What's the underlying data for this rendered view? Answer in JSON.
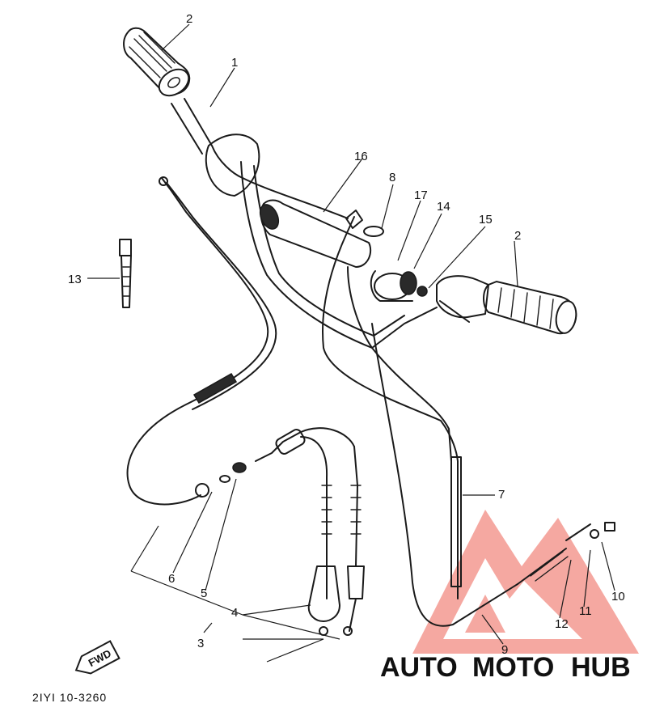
{
  "diagram": {
    "callouts": [
      {
        "id": "c1",
        "text": "1"
      },
      {
        "id": "c2a",
        "text": "2"
      },
      {
        "id": "c2b",
        "text": "2"
      },
      {
        "id": "c3",
        "text": "3"
      },
      {
        "id": "c4",
        "text": "4"
      },
      {
        "id": "c5",
        "text": "5"
      },
      {
        "id": "c6",
        "text": "6"
      },
      {
        "id": "c7",
        "text": "7"
      },
      {
        "id": "c8",
        "text": "8"
      },
      {
        "id": "c9",
        "text": "9"
      },
      {
        "id": "c10",
        "text": "10"
      },
      {
        "id": "c11",
        "text": "11"
      },
      {
        "id": "c12",
        "text": "12"
      },
      {
        "id": "c13",
        "text": "13"
      },
      {
        "id": "c14",
        "text": "14"
      },
      {
        "id": "c15",
        "text": "15"
      },
      {
        "id": "c16",
        "text": "16"
      },
      {
        "id": "c17",
        "text": "17"
      }
    ],
    "fwd_label": "FWD",
    "drawing_code": "2IYI 10-3260"
  },
  "watermark": {
    "part1": "AUTO",
    "part2": "MOTO",
    "part3": "HUB",
    "color_orange": "#f5a623",
    "color_red": "#e23b3b",
    "color_gray": "#6b6b6b",
    "logo_color": "#f28b82"
  }
}
